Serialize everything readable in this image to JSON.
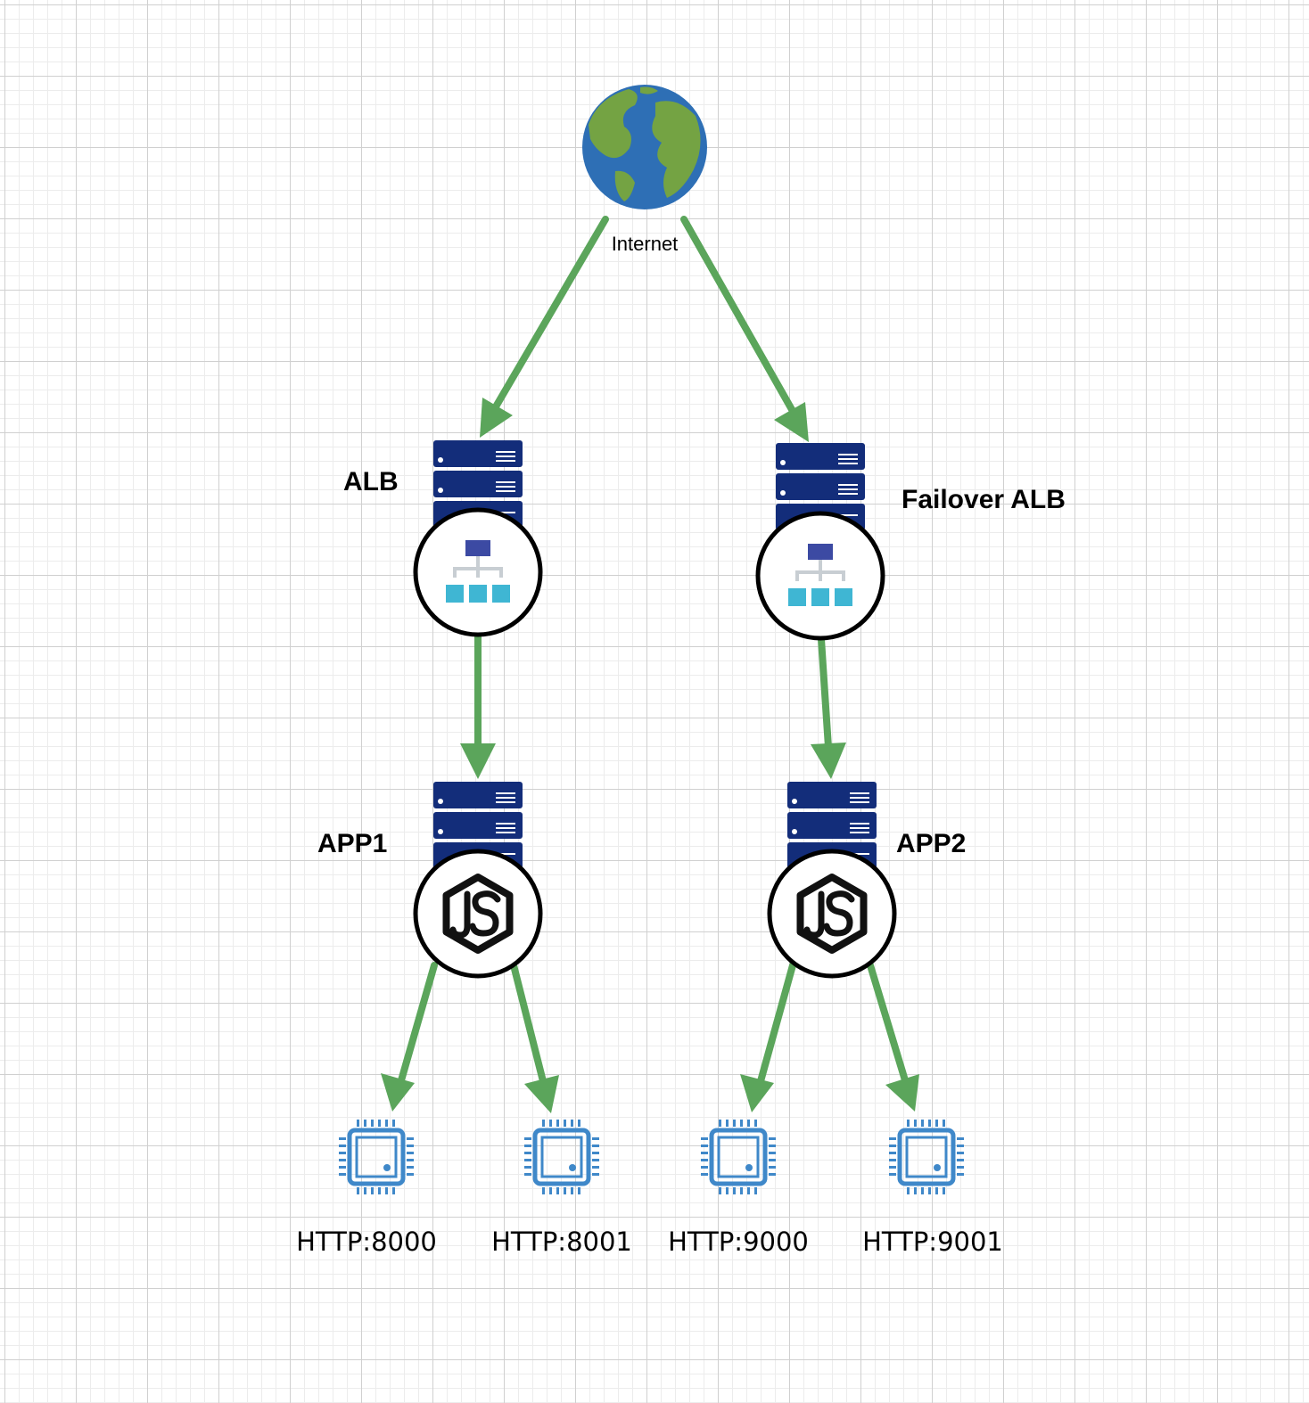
{
  "nodes": {
    "internet": {
      "label": "Internet"
    },
    "alb": {
      "label": "ALB"
    },
    "failover_alb": {
      "label": "Failover ALB"
    },
    "app1": {
      "label": "APP1"
    },
    "app2": {
      "label": "APP2"
    },
    "port_8000": {
      "label": "HTTP:8000"
    },
    "port_8001": {
      "label": "HTTP:8001"
    },
    "port_9000": {
      "label": "HTTP:9000"
    },
    "port_9001": {
      "label": "HTTP:9001"
    }
  },
  "edges": [
    {
      "from": "internet",
      "to": "alb"
    },
    {
      "from": "internet",
      "to": "failover_alb"
    },
    {
      "from": "alb",
      "to": "app1"
    },
    {
      "from": "failover_alb",
      "to": "app2"
    },
    {
      "from": "app1",
      "to": "port_8000"
    },
    {
      "from": "app1",
      "to": "port_8001"
    },
    {
      "from": "app2",
      "to": "port_9000"
    },
    {
      "from": "app2",
      "to": "port_9001"
    }
  ],
  "colors": {
    "arrow": "#5ba55b",
    "server": "#132d7a",
    "globe_ocean": "#2e6fb5",
    "globe_land": "#74a343",
    "lb_top": "#3c4aa3",
    "lb_bottom": "#3fb6d3",
    "chip": "#3f88c9"
  },
  "icons": {
    "internet": "globe-icon",
    "alb": "load-balancer-icon",
    "failover_alb": "load-balancer-icon",
    "app1": "nodejs-icon",
    "app2": "nodejs-icon",
    "port": "cpu-chip-icon",
    "rack": "server-rack-icon"
  }
}
